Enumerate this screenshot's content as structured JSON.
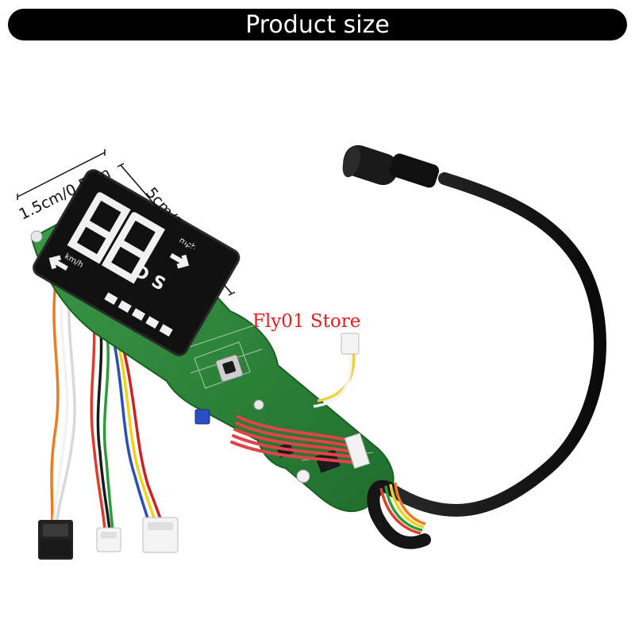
{
  "banner": {
    "title": "Product size"
  },
  "dimensions": {
    "height_label": "1.5cm/0.59in",
    "length_label": "5cm/1.97in"
  },
  "display": {
    "speed_unit_kmh": "km/h",
    "speed_unit_mph": "mph",
    "mode_letters": "D S"
  },
  "watermark": {
    "text": "Fly01 Store"
  },
  "colors": {
    "banner_bg": "#000000",
    "watermark": "#ea1c1c",
    "pcb_green": "#2e8a3c",
    "cable": "#141414"
  }
}
